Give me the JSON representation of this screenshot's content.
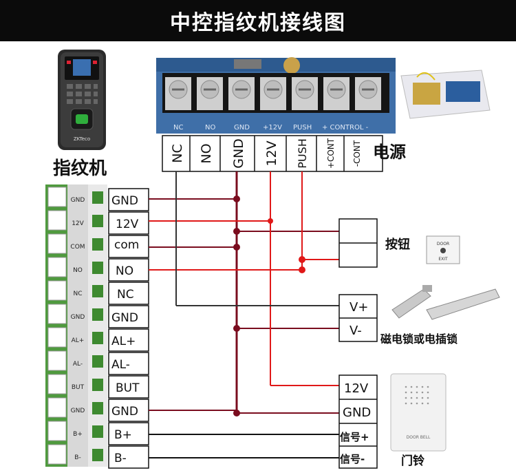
{
  "title": "中控指纹机接线图",
  "reader": {
    "label": "指纹机",
    "brand": "ZKTeco"
  },
  "power_supply": {
    "label": "电源",
    "pcb_labels": [
      "NC",
      "NO",
      "GND",
      "+12V",
      "PUSH",
      "+ CONTROL -"
    ],
    "terminals": [
      "NC",
      "NO",
      "GND",
      "12V",
      "PUSH",
      "+CONT",
      "-CONT"
    ]
  },
  "reader_terminals": {
    "strip_labels": [
      "GND",
      "12V",
      "COM",
      "NO",
      "NC",
      "GND",
      "AL+",
      "AL-",
      "BUT",
      "GND",
      "B+",
      "B-"
    ],
    "box_labels": [
      "GND",
      "12V",
      "com",
      "NO",
      "NC",
      "GND",
      "AL+",
      "AL-",
      "BUT",
      "GND",
      "B+",
      "B-"
    ]
  },
  "devices": {
    "button": {
      "label": "按钮",
      "sign_top": "DOOR",
      "sign_bottom": "EXIT"
    },
    "lock": {
      "label": "磁电锁或电插锁",
      "terminals": [
        "V+",
        "V-"
      ]
    },
    "bell": {
      "label": "门铃",
      "terminals": [
        "12V",
        "GND",
        "信号+",
        "信号-"
      ],
      "plate": "DOOR BELL"
    }
  },
  "colors": {
    "gnd_wire": "#7a0c1e",
    "v12_wire": "#e01818",
    "dark_wire": "#333333",
    "black_wire": "#111111",
    "terminal_green": "#5aa246"
  }
}
